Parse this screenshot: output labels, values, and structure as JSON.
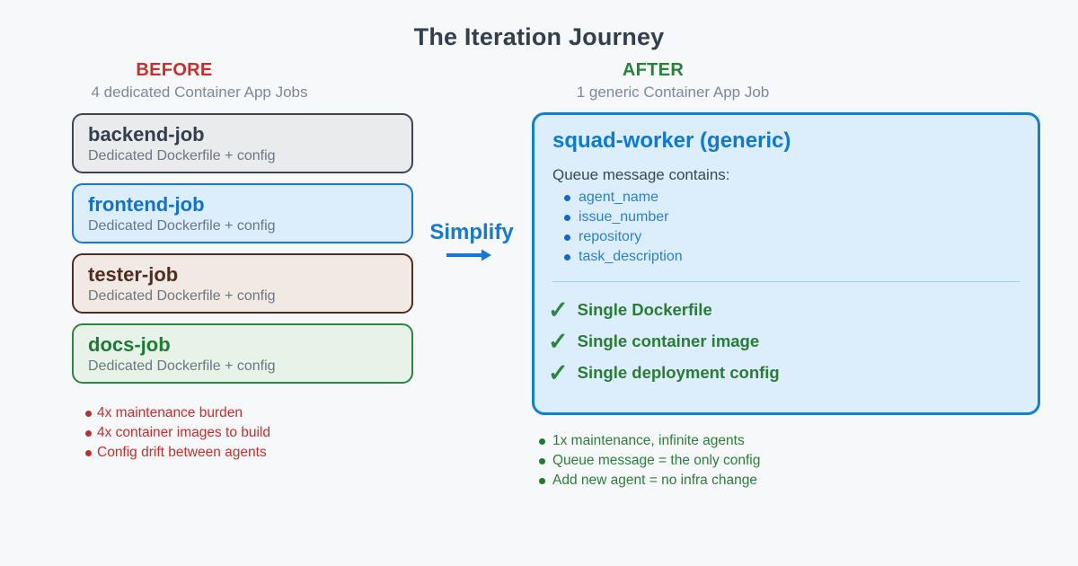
{
  "title": "The Iteration Journey",
  "before": {
    "heading": "BEFORE",
    "subheading": "4 dedicated Container App Jobs",
    "jobs": [
      {
        "name": "backend-job",
        "desc": "Dedicated Dockerfile + config"
      },
      {
        "name": "frontend-job",
        "desc": "Dedicated Dockerfile + config"
      },
      {
        "name": "tester-job",
        "desc": "Dedicated Dockerfile + config"
      },
      {
        "name": "docs-job",
        "desc": "Dedicated Dockerfile + config"
      }
    ],
    "pain_points": [
      "4x maintenance burden",
      "4x container images to build",
      "Config drift between agents"
    ]
  },
  "transition": {
    "label": "Simplify",
    "arrow_icon": "arrow-right"
  },
  "after": {
    "heading": "AFTER",
    "subheading": "1 generic Container App Job",
    "worker": {
      "title": "squad-worker (generic)",
      "queue_label": "Queue message contains:",
      "queue_fields": [
        "agent_name",
        "issue_number",
        "repository",
        "task_description"
      ],
      "check_icon": "✓",
      "benefits": [
        "Single Dockerfile",
        "Single container image",
        "Single deployment config"
      ]
    },
    "gains": [
      "1x maintenance, infinite agents",
      "Queue message = the only config",
      "Add new agent = no infra change"
    ]
  },
  "colors": {
    "background": "#f6f8fa",
    "title_text": "#333e4e",
    "before_accent": "#c5302c",
    "after_accent": "#27813a",
    "blue_accent": "#1479d4",
    "worker_border": "#0f80d8",
    "worker_bg": "#dceefb",
    "tester_accent": "#4f2d22",
    "muted_text": "#7e8896"
  }
}
